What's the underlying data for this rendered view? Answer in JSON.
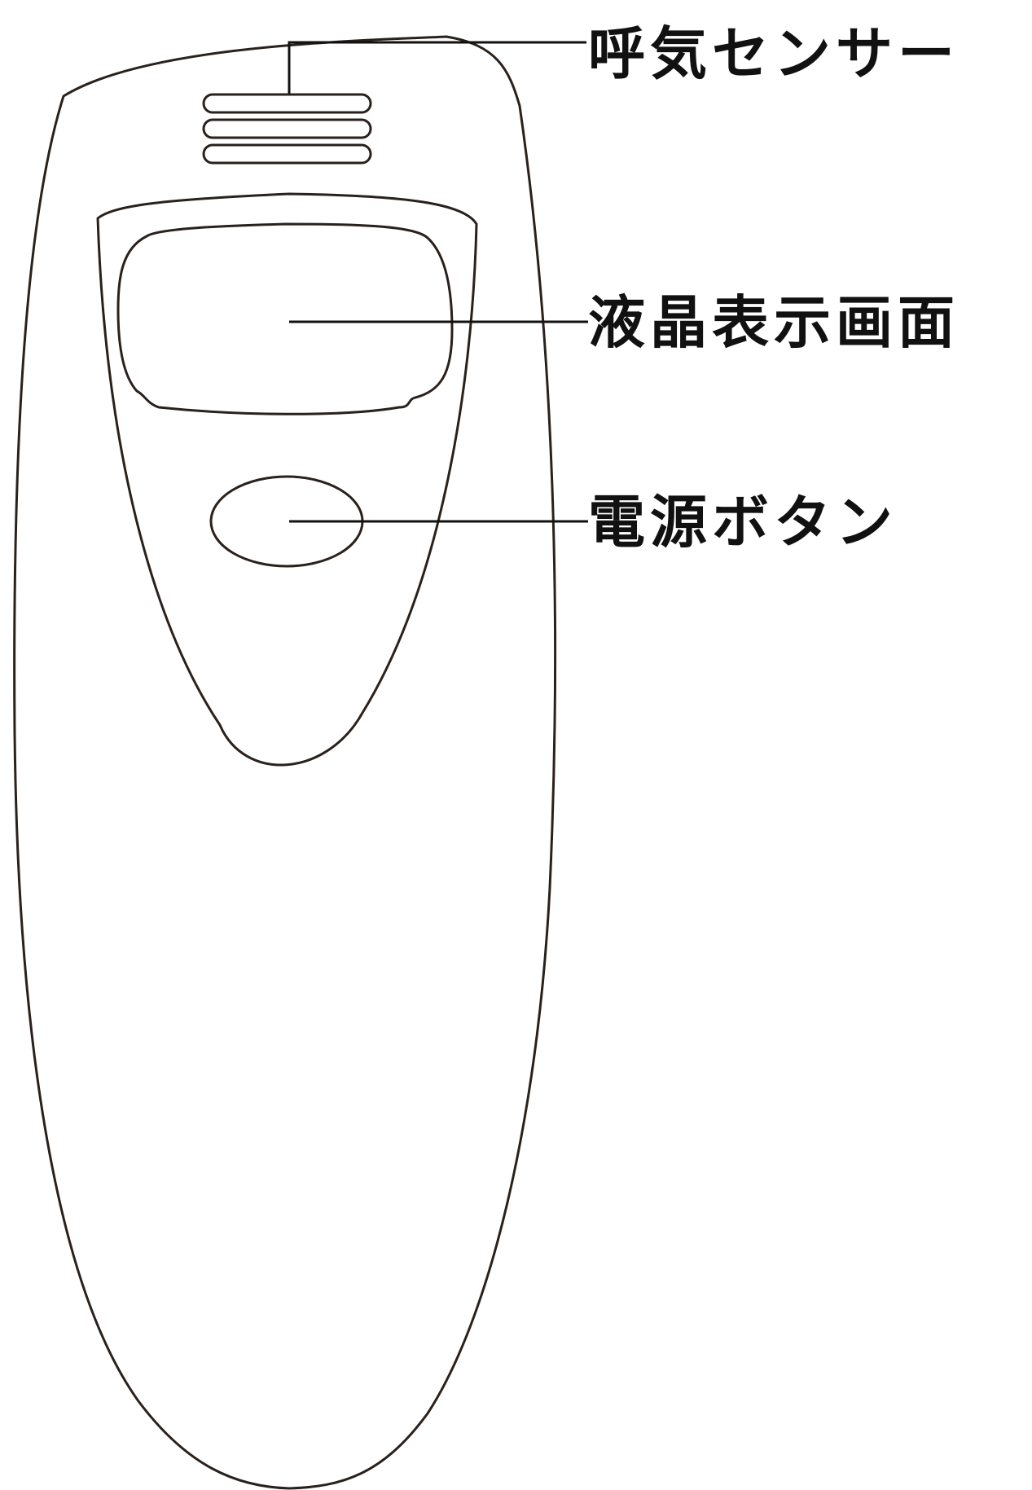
{
  "labels": {
    "breath_sensor": "呼気センサー",
    "lcd_screen": "液晶表示画面",
    "power_button": "電源ボタン"
  },
  "colors": {
    "outline": "#2a211c",
    "leader": "#111111",
    "text": "#111111",
    "background": "#ffffff"
  }
}
